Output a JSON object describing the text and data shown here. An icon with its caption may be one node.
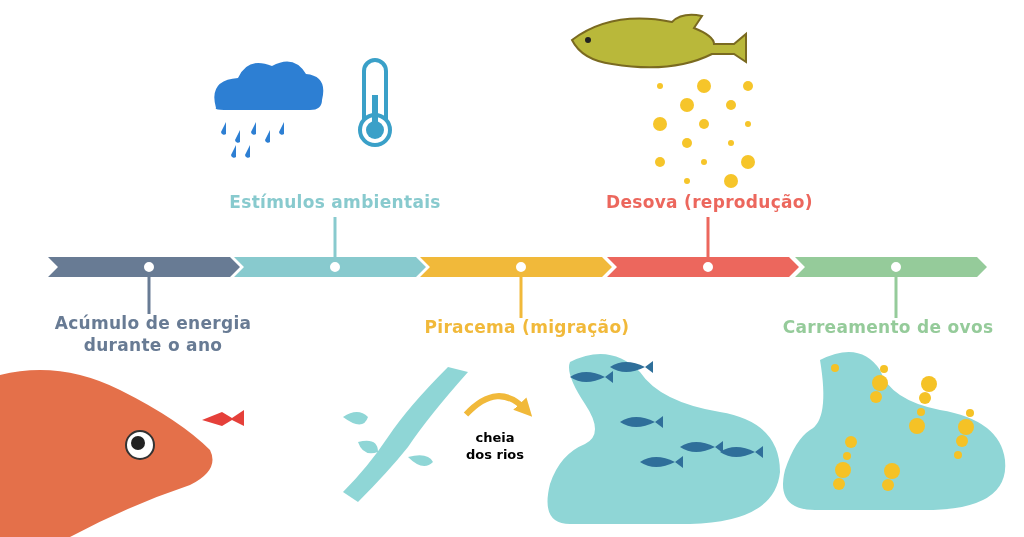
{
  "diagram": {
    "nodes": [
      {
        "text": [],
        "shape": "bar"
      },
      {
        "text": [],
        "shape": "bar"
      },
      {
        "text": [],
        "shape": "bar"
      },
      {
        "text": [],
        "shape": "bar"
      },
      {
        "text": [],
        "shape": "bar"
      },
      {
        "text": [
          "Estímulos ambientais"
        ]
      },
      {
        "text": [
          "Desova (reprodução)"
        ]
      },
      {
        "text": [
          "Acúmulo de energia durante o ano"
        ]
      },
      {
        "text": [
          "Piracema (migração)"
        ]
      },
      {
        "text": [
          "Carreamento de ovos"
        ]
      },
      {
        "text": [],
        "shape": "picture"
      },
      {
        "text": [],
        "shape": "picture"
      }
    ],
    "edges": [
      {
        "from": 7,
        "to": 0,
        "arrow": "none",
        "color": "#687b94"
      },
      {
        "from": 5,
        "to": 1,
        "arrow": "none",
        "color": "#88cace"
      },
      {
        "from": 8,
        "to": 2,
        "arrow": "none",
        "color": "#f1b93a"
      },
      {
        "from": 6,
        "to": 3,
        "arrow": "none",
        "color": "#ec675d"
      },
      {
        "from": 9,
        "to": 4,
        "arrow": "none",
        "color": "#95cb9a"
      },
      {
        "from": 10,
        "to": 11,
        "arrow": "to",
        "label": "cheia dos rios",
        "style": "thick",
        "color": "#f1b93a"
      }
    ]
  }
}
